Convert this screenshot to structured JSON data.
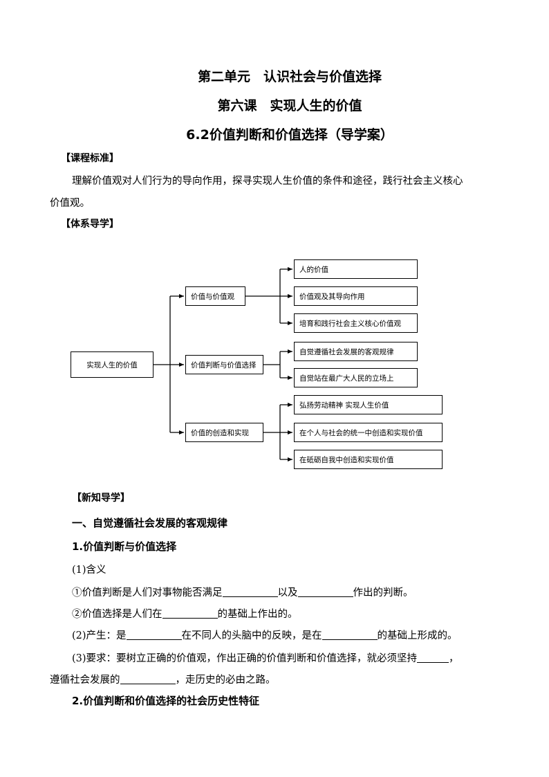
{
  "header": {
    "unit_title": "第二单元　认识社会与价值选择",
    "lesson_title": "第六课　实现人生的价值",
    "section_title": "6.2价值判断和价值选择（导学案）"
  },
  "course_standard": {
    "heading": "【课程标准】",
    "line1": "理解价值观对人们行为的导向作用，探寻实现人生价值的条件和途径，践行社会主义核心",
    "line2": "价值观。"
  },
  "system_guide": {
    "heading": "【体系导学】",
    "diagram": {
      "root": "实现人生的价值",
      "branches": [
        {
          "label": "价值与价值观",
          "items": [
            "人的价值",
            "价值观及其导向作用",
            "培育和践行社会主义核心价值观"
          ]
        },
        {
          "label": "价值判断与价值选择",
          "items": [
            "自觉遵循社会发展的客观规律",
            "自觉站在最广大人民的立场上"
          ]
        },
        {
          "label": "价值的创造和实现",
          "items": [
            "弘扬劳动精神  实现人生价值",
            "在个人与社会的统一中创造和实现价值",
            "在砥砺自我中创造和实现价值"
          ]
        }
      ]
    }
  },
  "new_knowledge": {
    "heading": "【新知导学】",
    "section1": "一、自觉遵循社会发展的客观规律",
    "sub1": "1.价值判断与价值选择",
    "item1": "(1)含义",
    "item1a_p1": "①价值判断是人们对事物能否满足",
    "item1a_p2": "以及",
    "item1a_p3": "作出的判断。",
    "item1b_p1": "②价值选择是人们在",
    "item1b_p2": "的基础上作出的。",
    "item2_p1": "(2)产生：是",
    "item2_p2": "在不同人的头脑中的反映，是在",
    "item2_p3": "的基础上形成的。",
    "item3_p1": "(3)要求：要树立正确的价值观，作出正确的价值判断和价值选择，就必须坚持",
    "item3_p2": "，",
    "item3_line2_p1": "遵循社会发展的",
    "item3_line2_p2": "，走历史的必由之路。",
    "sub2": "2.价值判断和价值选择的社会历史性特征"
  }
}
